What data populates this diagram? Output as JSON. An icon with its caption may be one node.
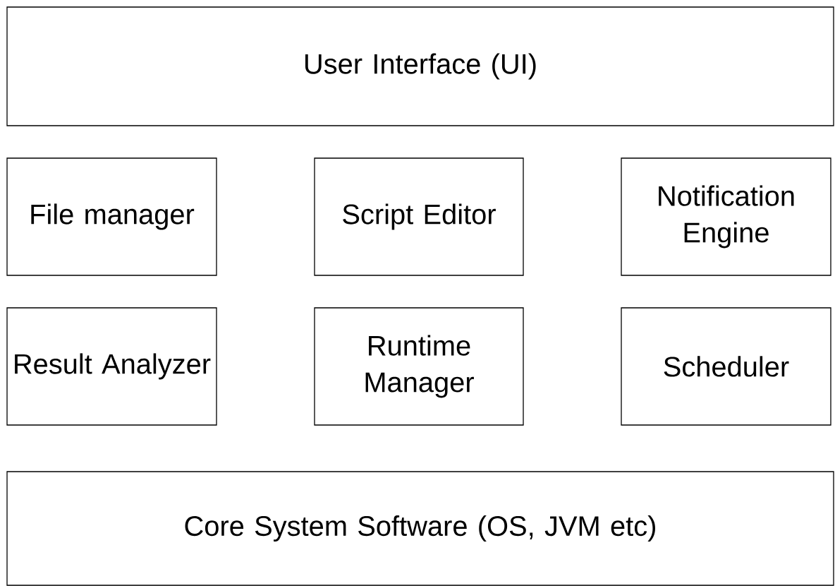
{
  "diagram": {
    "nodes": [
      {
        "text": [
          "User Interface (UI)"
        ]
      },
      {
        "text": [
          "File manager"
        ]
      },
      {
        "text": [
          "Script Editor"
        ]
      },
      {
        "text": [
          "Notification Engine"
        ]
      },
      {
        "text": [
          "Result Analyzer"
        ]
      },
      {
        "text": [
          "Runtime Manager"
        ]
      },
      {
        "text": [
          "Scheduler"
        ]
      },
      {
        "text": [
          "Core System Software (OS, JVM etc)"
        ]
      }
    ]
  }
}
